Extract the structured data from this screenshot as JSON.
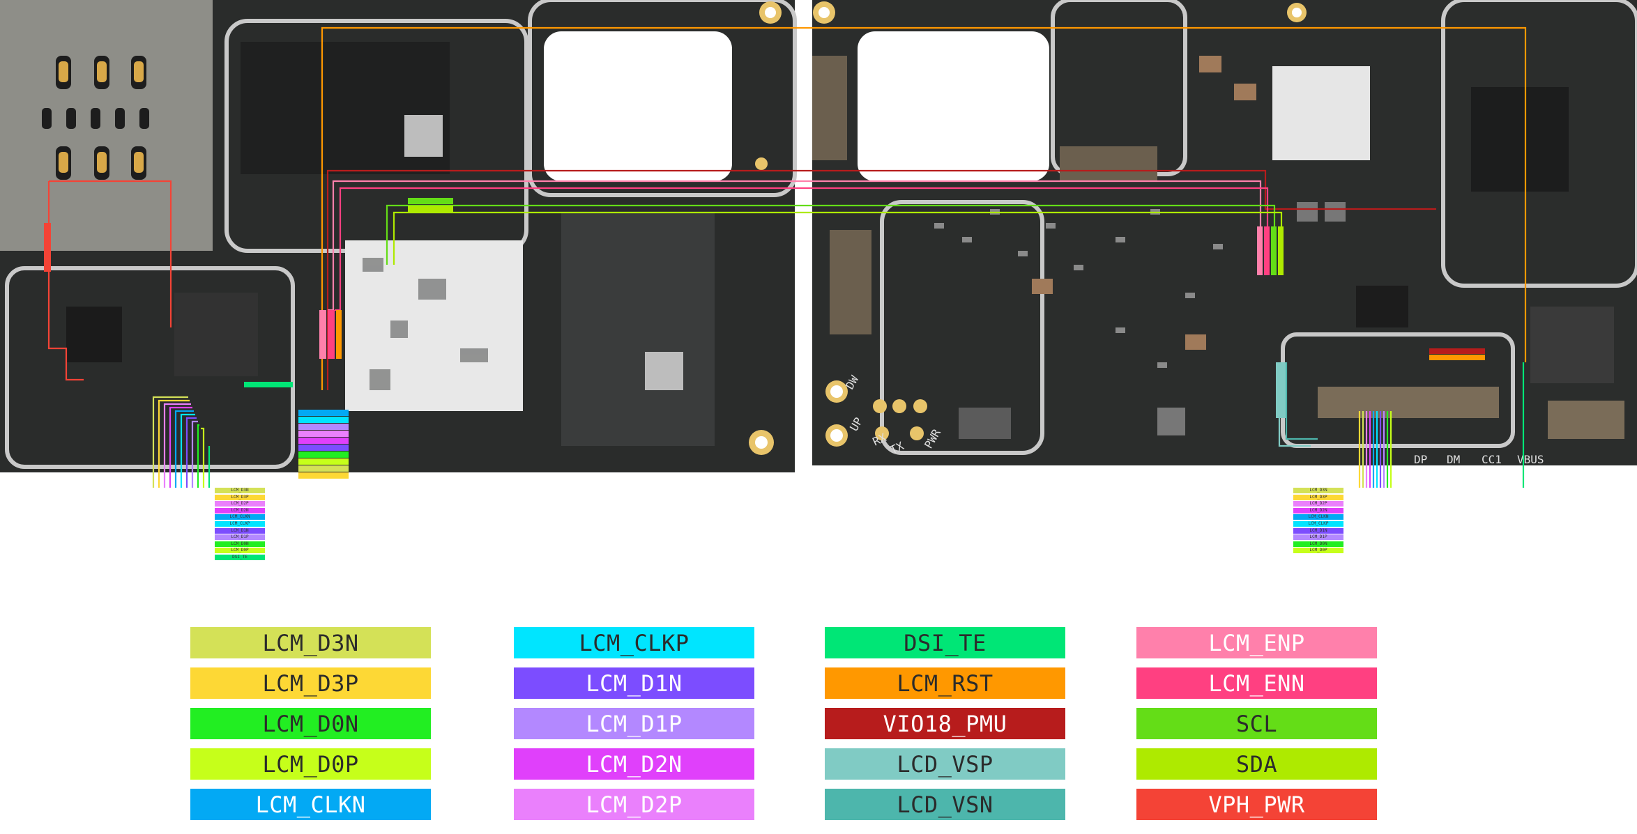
{
  "legend": {
    "columns": [
      [
        {
          "label": "LCM_D3N",
          "color": "#d4e157",
          "text": "#2b2b2b"
        },
        {
          "label": "LCM_D3P",
          "color": "#fdd835",
          "text": "#2b2b2b"
        },
        {
          "label": "LCM_D0N",
          "color": "#22ee22",
          "text": "#2b2b2b"
        },
        {
          "label": "LCM_D0P",
          "color": "#c6ff1a",
          "text": "#2b2b2b"
        },
        {
          "label": "LCM_CLKN",
          "color": "#03a9f4",
          "text": "#ffffff"
        }
      ],
      [
        {
          "label": "LCM_CLKP",
          "color": "#00e5ff",
          "text": "#2b2b2b"
        },
        {
          "label": "LCM_D1N",
          "color": "#7c4dff",
          "text": "#ffffff"
        },
        {
          "label": "LCM_D1P",
          "color": "#b388ff",
          "text": "#ffffff"
        },
        {
          "label": "LCM_D2N",
          "color": "#e040fb",
          "text": "#ffffff"
        },
        {
          "label": "LCM_D2P",
          "color": "#ea80fc",
          "text": "#ffffff"
        }
      ],
      [
        {
          "label": "DSI_TE",
          "color": "#00e676",
          "text": "#2b2b2b"
        },
        {
          "label": "LCM_RST",
          "color": "#ff9800",
          "text": "#2b2b2b"
        },
        {
          "label": "VIO18_PMU",
          "color": "#b71c1c",
          "text": "#ffffff"
        },
        {
          "label": "LCD_VSP",
          "color": "#80cbc4",
          "text": "#2b2b2b"
        },
        {
          "label": "LCD_VSN",
          "color": "#4db6ac",
          "text": "#2b2b2b"
        }
      ],
      [
        {
          "label": "LCM_ENP",
          "color": "#ff80ab",
          "text": "#ffffff"
        },
        {
          "label": "LCM_ENN",
          "color": "#ff4081",
          "text": "#ffffff"
        },
        {
          "label": "SCL",
          "color": "#64dd17",
          "text": "#2b2b2b"
        },
        {
          "label": "SDA",
          "color": "#aeea00",
          "text": "#2b2b2b"
        },
        {
          "label": "VPH_PWR",
          "color": "#f44336",
          "text": "#ffffff"
        }
      ]
    ]
  },
  "board": {
    "pcb_color": "#2a2c2b",
    "board_label_left": [
      "LCM_D3N",
      "LCM_D3P",
      "LCM_D2P",
      "LCM_D2N",
      "LCM_CLKN",
      "LCM_CLKP",
      "LCM_D1N",
      "LCM_D1P",
      "LCM_D0N",
      "LCM_D0P",
      "DSI_TE"
    ],
    "board_label_right": [
      "LCM_D3N",
      "LCM_D3P",
      "LCM_D2P",
      "LCM_D2N",
      "LCM_CLKN",
      "LCM_CLKP",
      "LCM_D1N",
      "LCM_D1P",
      "LCM_D0N",
      "LCM_D0P"
    ],
    "silk_markings": [
      "DW",
      "UP",
      "RX",
      "TX",
      "PWR",
      "DP",
      "DM",
      "CC1",
      "VBUS"
    ]
  }
}
